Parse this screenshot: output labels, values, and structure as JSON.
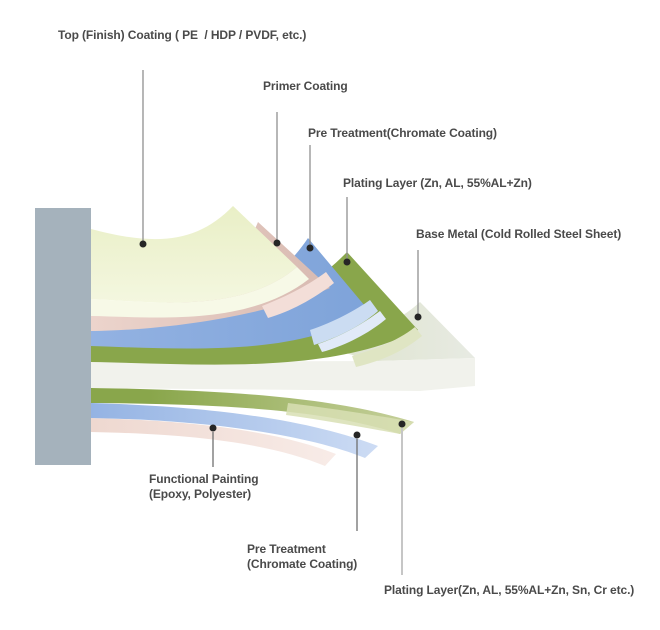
{
  "callouts": {
    "top_coating": {
      "label": "Top (Finish) Coating ( PE  / HDP / PVDF, etc.)"
    },
    "primer": {
      "label": "Primer Coating"
    },
    "pretreatment_top": {
      "label": "Pre Treatment(Chromate Coating)"
    },
    "plating_top": {
      "label": "Plating Layer (Zn, AL, 55%AL+Zn)"
    },
    "base_metal": {
      "label": "Base Metal (Cold Rolled Steel Sheet)"
    },
    "functional_painting": {
      "line1": "Functional Painting",
      "line2": "(Epoxy, Polyester)"
    },
    "pretreatment_bottom": {
      "line1": "Pre Treatment",
      "line2": "(Chromate Coating)"
    },
    "plating_bottom": {
      "label": "Plating Layer(Zn, AL, 55%AL+Zn, Sn, Cr etc.)"
    }
  },
  "colors": {
    "background": "#ffffff",
    "label_text": "#4a4a4a",
    "steel_bar": "#a5b2bc",
    "top_coat": "#e9efc6",
    "top_coat_light": "#f4f7e0",
    "top_coat_edge": "#f7f9e7",
    "primer": "#d8bab1",
    "primer_light": "#ecd4cc",
    "primer_edge": "#f3ded8",
    "pretreat_blue": "#7ea3d9",
    "pretreat_blue_light": "#93b2e2",
    "pretreat_blue_edge": "#cbdcf2",
    "pretreat_blue_edge2": "#e1eaf8",
    "plating_green": "#89a64b",
    "plating_green_edge": "#dfe5c3",
    "base_metal_top_left": "#dde3cb",
    "base_metal_top_right": "#e7eae2",
    "base_metal_front": "#f1f2ec",
    "bottom_green_tip": "#c6d09b",
    "bottom_green_under": "#d8dfb4",
    "bottom_blue": "#94b3e3",
    "bottom_blue_tip": "#cddcf4",
    "bottom_pink": "#eed8d0",
    "bottom_pink_tip": "#f8ece8",
    "leader_line": "#909090",
    "leader_line_dark": "#6f6f6f",
    "leader_line_light": "#c6c6c6",
    "dot": "#262626"
  }
}
